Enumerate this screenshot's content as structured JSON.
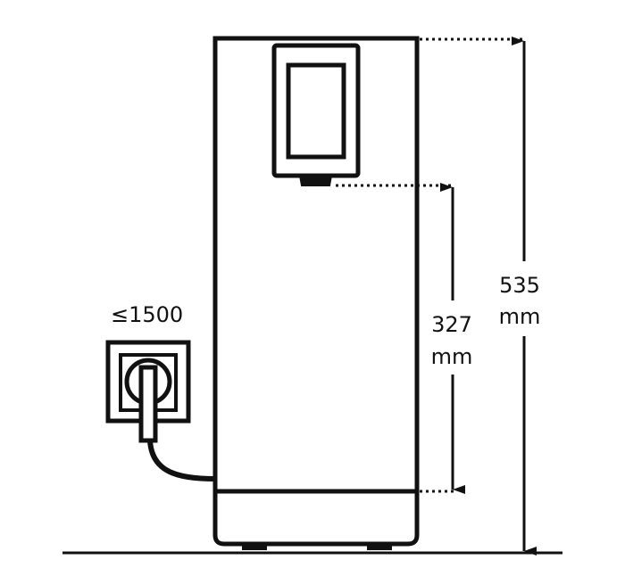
{
  "diagram": {
    "power_label": "≤1500",
    "dispense_height": {
      "value": "327",
      "unit": "mm"
    },
    "total_height": {
      "value": "535",
      "unit": "mm"
    },
    "colors": {
      "line": "#111111",
      "background": "#ffffff"
    }
  }
}
